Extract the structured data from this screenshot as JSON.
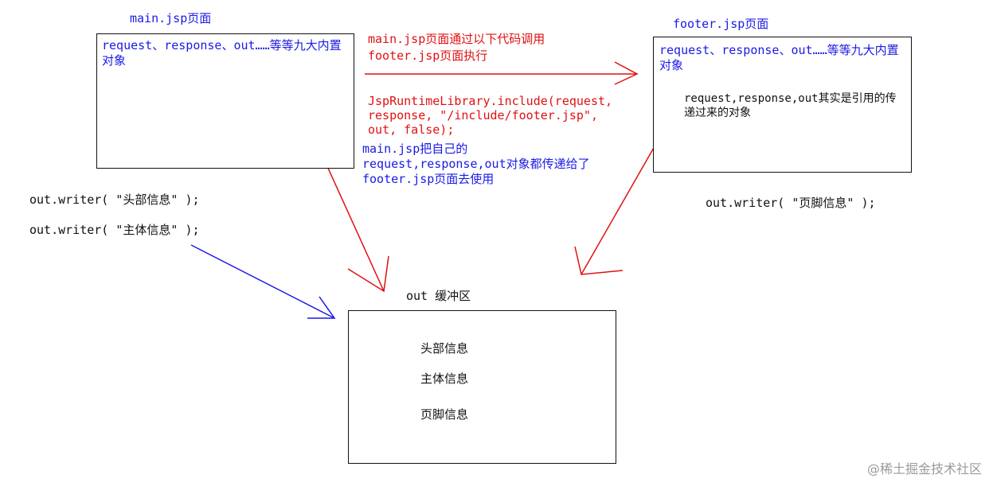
{
  "main": {
    "title": "main.jsp页面",
    "box_text": "request、response、out……等等九大内置对象",
    "line_header": "out.writer( \"头部信息\" );",
    "line_body": "out.writer( \"主体信息\" );"
  },
  "footer": {
    "title": "footer.jsp页面",
    "box_text": "request、response、out……等等九大内置对象",
    "box_note": "request,response,out其实是引用的传递过来的对象",
    "line_footer": "out.writer( \"页脚信息\" );"
  },
  "middle": {
    "call_line1": "main.jsp页面通过以下代码调用",
    "call_line2": "footer.jsp页面执行",
    "code_line1": "JspRuntimeLibrary.include(request,",
    "code_line2": "response, \"/include/footer.jsp\",",
    "code_line3": "out, false);",
    "pass_line1": "main.jsp把自己的",
    "pass_line2": "request,response,out对象都传递给了",
    "pass_line3": "footer.jsp页面去使用"
  },
  "buffer": {
    "title": "out 缓冲区",
    "items": [
      "头部信息",
      "主体信息",
      "页脚信息"
    ]
  },
  "watermark": "@稀土掘金技术社区",
  "colors": {
    "blue": "#1a1ae6",
    "red": "#e01010",
    "black": "#111111"
  }
}
